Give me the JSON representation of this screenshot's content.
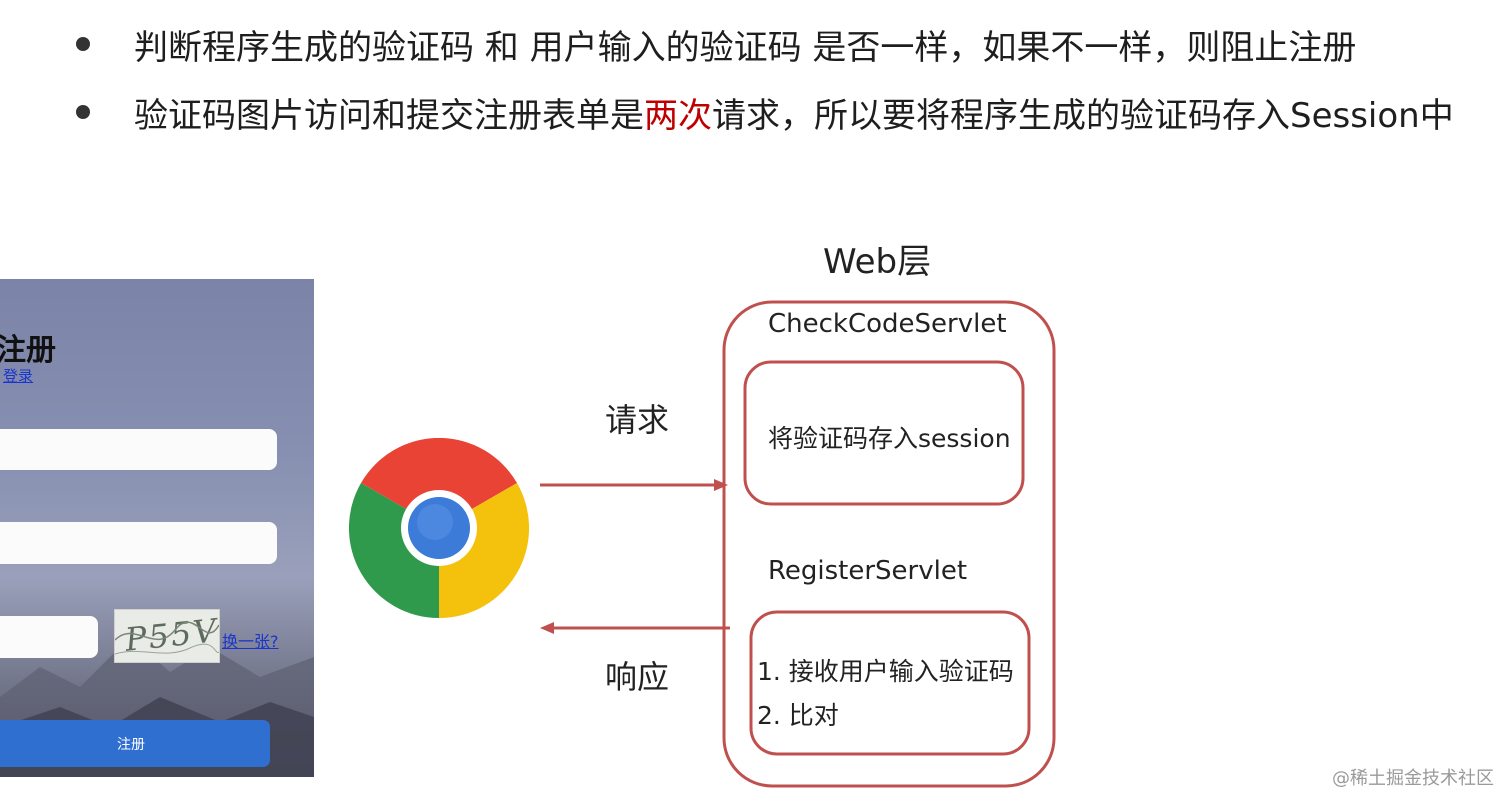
{
  "bullets": [
    {
      "text": "判断程序生成的验证码 和 用户输入的验证码 是否一样，如果不一样，则阻止注册"
    },
    {
      "before": "验证码图片访问和提交注册表单是",
      "highlight": "两次",
      "after": "请求，所以要将程序生成的验证码存入Session中"
    }
  ],
  "form": {
    "title": "注册",
    "login_link": "登录",
    "captcha_text": "P55V",
    "change_link": "换一张?",
    "register_button": "注册"
  },
  "diagram": {
    "web_layer_title": "Web层",
    "request_label": "请求",
    "response_label": "响应",
    "check_servlet": "CheckCodeServlet",
    "check_action": "将验证码存入session",
    "register_servlet": "RegisterServlet",
    "register_steps": [
      "1. 接收用户输入验证码",
      "2. 比对"
    ]
  },
  "colors": {
    "box_border": "#c0504d",
    "arrow": "#c0504d",
    "highlight": "#c00000"
  },
  "icons": {
    "browser": "chrome-icon"
  },
  "watermark": "@稀土掘金技术社区"
}
